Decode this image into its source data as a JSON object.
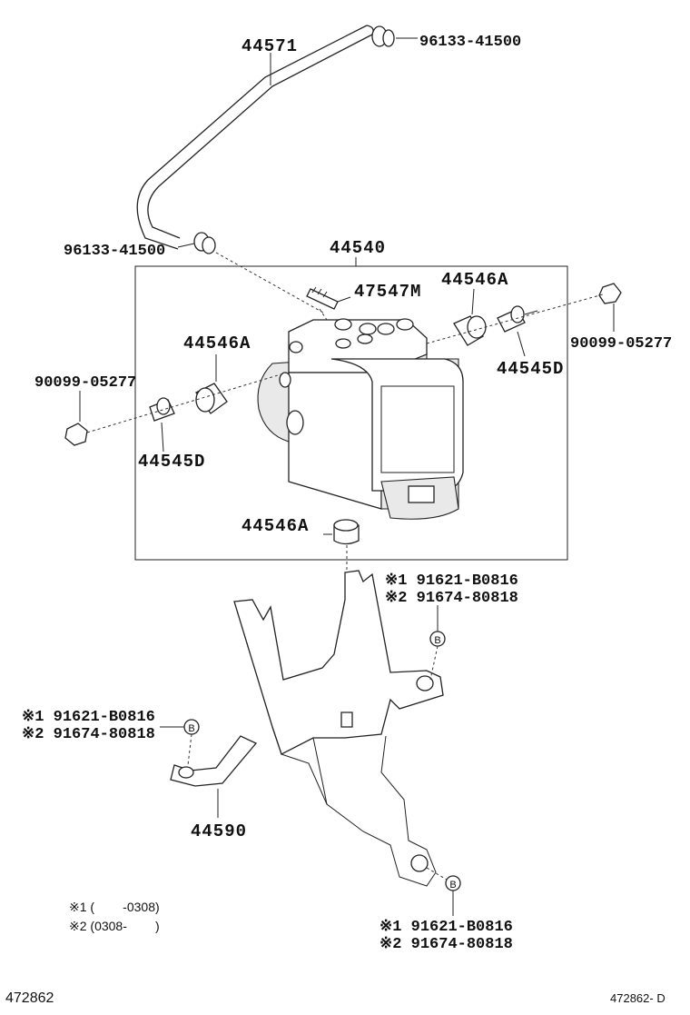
{
  "diagram": {
    "labels": {
      "hose": "44571",
      "clamp_top": "96133-41500",
      "clamp_left": "96133-41500",
      "actuator_assy": "44540",
      "bleeder": "47547M",
      "cushion_right": "44546A",
      "cushion_left": "44546A",
      "cushion_bottom": "44546A",
      "bolt_right": "90099-05277",
      "bolt_left": "90099-05277",
      "collar_right": "44545D",
      "collar_left": "44545D",
      "bracket": "44590",
      "callout_b": "B"
    },
    "bolt_groups": [
      {
        "line1": "※1 91621-B0816",
        "line2": "※2 91674-80818"
      },
      {
        "line1": "※1 91621-B0816",
        "line2": "※2 91674-80818"
      },
      {
        "line1": "※1 91621-B0816",
        "line2": "※2 91674-80818"
      }
    ],
    "notes": {
      "note1": "※1 (        -0308)",
      "note2": "※2 (0308-        )"
    },
    "footer": {
      "left_id": "472862",
      "right_id": "472862- D"
    }
  }
}
